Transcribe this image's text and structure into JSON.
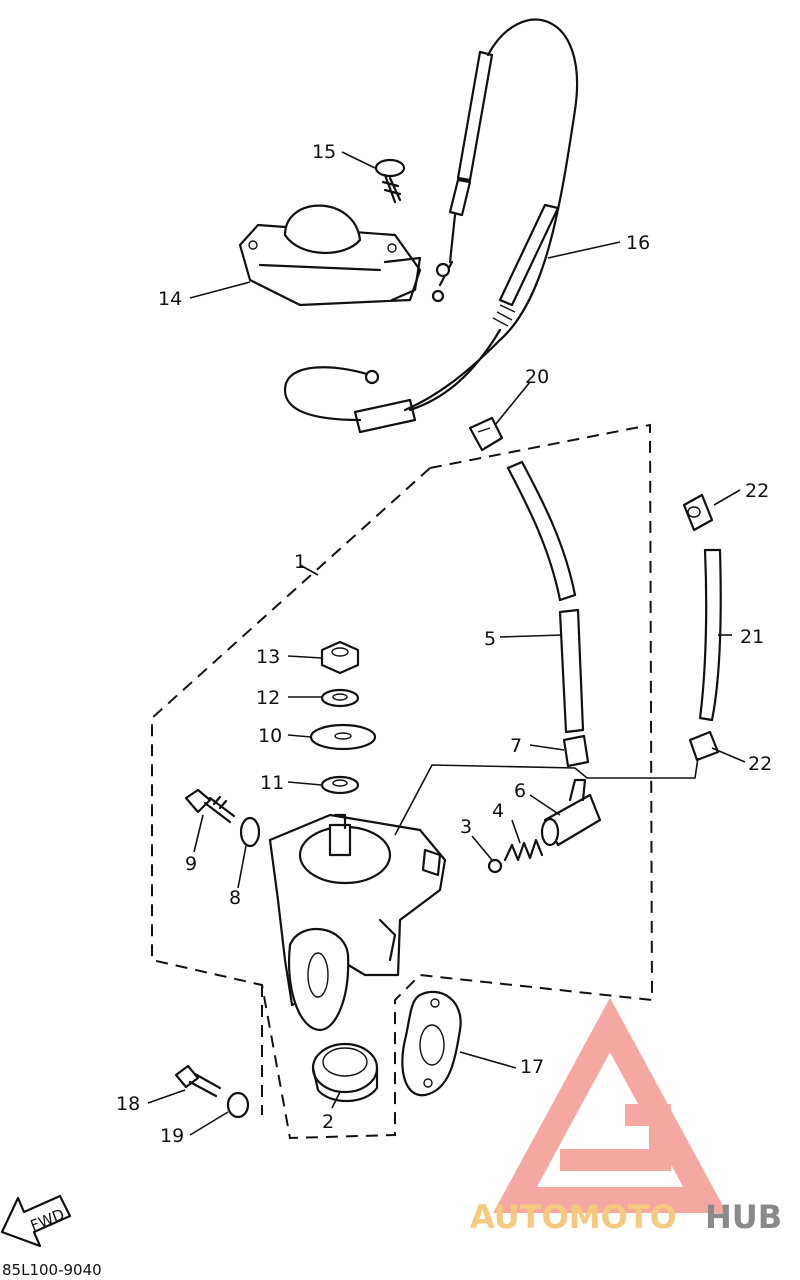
{
  "diagram": {
    "drawing_code": "85L100-9040",
    "fwd_label": "FWD",
    "watermark": {
      "part_a": "AUTOMOTO",
      "part_b": "HUB",
      "color_logo": "#f28b82",
      "color_text_a": "#f5c97e",
      "color_text_b": "#8a8a8a"
    },
    "callouts": [
      {
        "id": "c1",
        "text": "1"
      },
      {
        "id": "c2",
        "text": "2"
      },
      {
        "id": "c3",
        "text": "3"
      },
      {
        "id": "c4",
        "text": "4"
      },
      {
        "id": "c5",
        "text": "5"
      },
      {
        "id": "c6",
        "text": "6"
      },
      {
        "id": "c7",
        "text": "7"
      },
      {
        "id": "c8",
        "text": "8"
      },
      {
        "id": "c9",
        "text": "9"
      },
      {
        "id": "c10",
        "text": "10"
      },
      {
        "id": "c11",
        "text": "11"
      },
      {
        "id": "c12",
        "text": "12"
      },
      {
        "id": "c13",
        "text": "13"
      },
      {
        "id": "c14",
        "text": "14"
      },
      {
        "id": "c15",
        "text": "15"
      },
      {
        "id": "c16",
        "text": "16"
      },
      {
        "id": "c17",
        "text": "17"
      },
      {
        "id": "c18",
        "text": "18"
      },
      {
        "id": "c19",
        "text": "19"
      },
      {
        "id": "c20",
        "text": "20"
      },
      {
        "id": "c21",
        "text": "21"
      },
      {
        "id": "c22a",
        "text": "22"
      },
      {
        "id": "c22b",
        "text": "22"
      }
    ]
  }
}
